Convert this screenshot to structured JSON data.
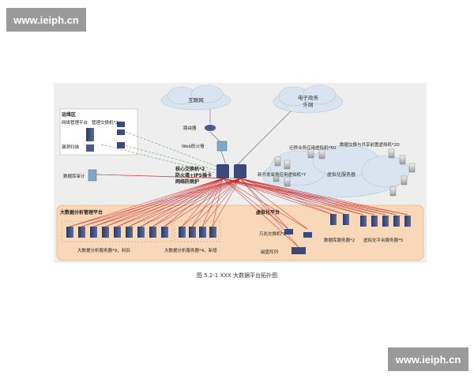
{
  "watermark": {
    "text": "www.ieiph.cn"
  },
  "clouds": {
    "internet": "互联网",
    "egov_line1": "电子政务",
    "egov_line2": "外网",
    "virtual": "虚拟化服务器"
  },
  "ops": {
    "title": "运维区",
    "item1": "网络管理平台",
    "item2": "管理交换机*2",
    "item3": "漏洞扫描"
  },
  "devices": {
    "router": "路由器",
    "web_fw": "Web防火墙",
    "db_audit": "数据库审计"
  },
  "core": {
    "line1": "核心交换机*2",
    "line2": "防火墙+IPS插卡",
    "line3": "网络防病护"
  },
  "vm_labels": {
    "share": "数据交换与共享前置虚拟机*20",
    "migrate": "迁移业务应用虚拟机*50",
    "newdev": "新开发业务应用虚拟机*7"
  },
  "bigdata": {
    "title": "大数据分析管理平台",
    "group1": "大数据分析服务器*9，利旧",
    "group2": "大数据分析服务器*4，新增"
  },
  "virt": {
    "title": "虚拟化平台",
    "access_switch": "万兆交换机*2",
    "storage": "磁盘阵列",
    "db_servers": "数据库服务器*2",
    "virt_servers": "虚拟化平台服务器*5"
  },
  "caption": "图 5.2-1 XXX  大数据平台拓扑图",
  "colors": {
    "accent_red": "#cc2222",
    "panel": "#f8d8b8",
    "cloud": "#d8e4ef",
    "link_green": "#6aa06a"
  }
}
